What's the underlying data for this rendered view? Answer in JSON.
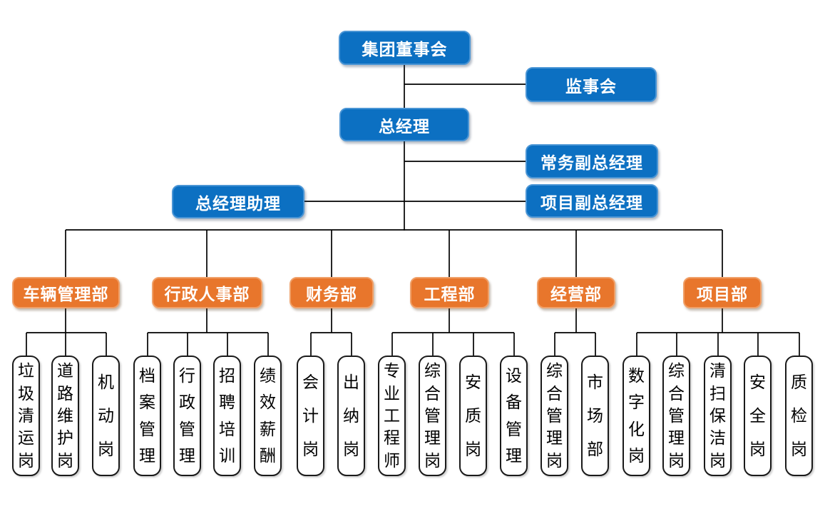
{
  "executives": {
    "board": "集团董事会",
    "supervisory_board": "监事会",
    "general_manager": "总经理",
    "executive_deputy_gm": "常务副总经理",
    "gm_assistant": "总经理助理",
    "project_deputy_gm": "项目副总经理"
  },
  "departments": [
    {
      "name": "车辆管理部",
      "posts": [
        "垃圾清运岗",
        "道路维护岗",
        "机动岗"
      ]
    },
    {
      "name": "行政人事部",
      "posts": [
        "档案管理",
        "行政管理",
        "招聘培训",
        "绩效薪酬"
      ]
    },
    {
      "name": "财务部",
      "posts": [
        "会计岗",
        "出纳岗"
      ]
    },
    {
      "name": "工程部",
      "posts": [
        "专业工程师",
        "综合管理岗",
        "安质岗",
        "设备管理"
      ]
    },
    {
      "name": "经营部",
      "posts": [
        "综合管理岗",
        "市场部"
      ]
    },
    {
      "name": "项目部",
      "posts": [
        "数字化岗",
        "综合管理岗",
        "清扫保洁岗",
        "安全岗",
        "质检岗"
      ]
    }
  ],
  "colors": {
    "executive_fill": "#0C70C2",
    "executive_border": "#4A95D5",
    "executive_text": "#FFFFFF",
    "department_fill": "#E8762C",
    "department_border": "#F0A068",
    "department_text": "#FFFFFF",
    "post_fill": "#FFFFFF",
    "post_border": "#1A1A1A",
    "post_text": "#000000",
    "line_color": "#000000"
  }
}
